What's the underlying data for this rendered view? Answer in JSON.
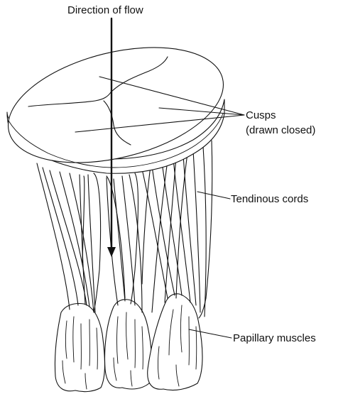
{
  "labels": {
    "flow": "Direction of flow",
    "cusps": "Cusps",
    "cusps_note": "(drawn closed)",
    "cords": "Tendinous cords",
    "muscles": "Papillary muscles"
  },
  "colors": {
    "line": "#111111",
    "background": "#ffffff"
  }
}
